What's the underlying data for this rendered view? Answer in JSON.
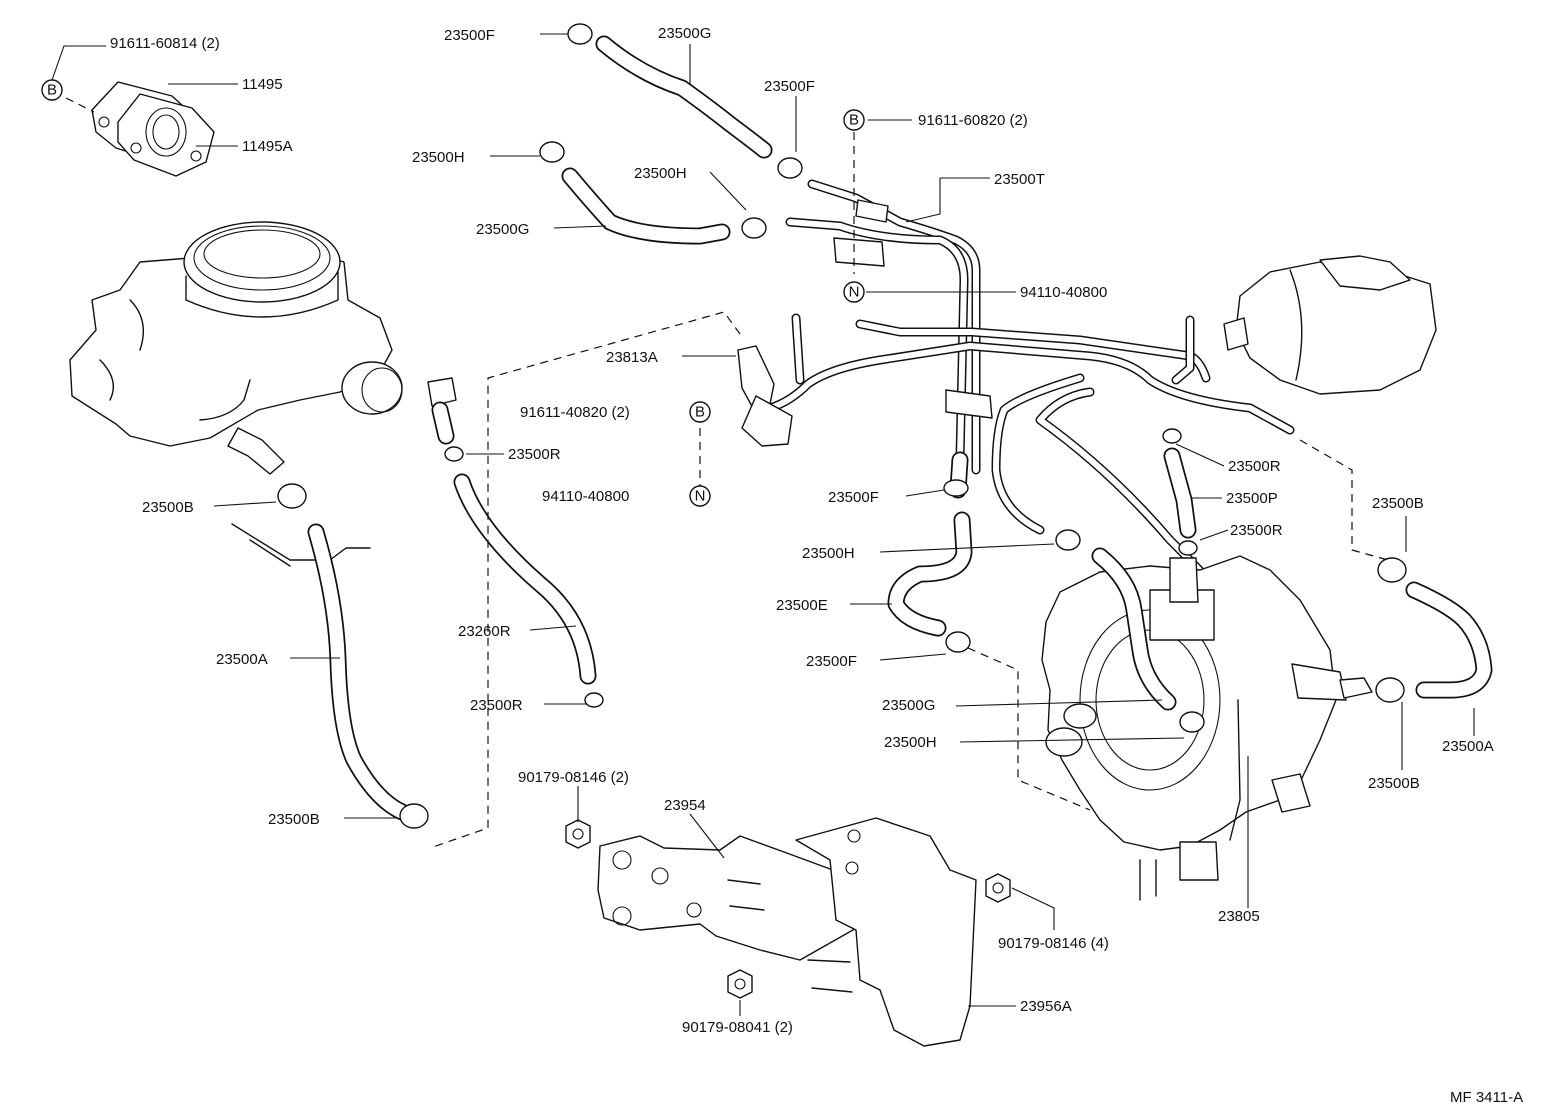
{
  "callouts": [
    {
      "id": "p1",
      "text": "91611-60814 (2)"
    },
    {
      "id": "p2",
      "text": "11495"
    },
    {
      "id": "p3",
      "text": "11495A"
    },
    {
      "id": "p4",
      "text": "23500F"
    },
    {
      "id": "p5",
      "text": "23500G"
    },
    {
      "id": "p6",
      "text": "23500F"
    },
    {
      "id": "p7",
      "text": "91611-60820 (2)"
    },
    {
      "id": "p8",
      "text": "23500H"
    },
    {
      "id": "p9",
      "text": "23500H"
    },
    {
      "id": "p10",
      "text": "23500T"
    },
    {
      "id": "p11",
      "text": "23500G"
    },
    {
      "id": "p12",
      "text": "94110-40800"
    },
    {
      "id": "p13",
      "text": "23813A"
    },
    {
      "id": "p14",
      "text": "91611-40820 (2)"
    },
    {
      "id": "p15",
      "text": "23500R"
    },
    {
      "id": "p16",
      "text": "94110-40800"
    },
    {
      "id": "p17",
      "text": "23500R"
    },
    {
      "id": "p18",
      "text": "23500B"
    },
    {
      "id": "p19",
      "text": "23500F"
    },
    {
      "id": "p20",
      "text": "23500P"
    },
    {
      "id": "p21",
      "text": "23500B"
    },
    {
      "id": "p22",
      "text": "23500R"
    },
    {
      "id": "p23",
      "text": "23500H"
    },
    {
      "id": "p24",
      "text": "23500E"
    },
    {
      "id": "p25",
      "text": "23260R"
    },
    {
      "id": "p26",
      "text": "23500A"
    },
    {
      "id": "p27",
      "text": "23500F"
    },
    {
      "id": "p28",
      "text": "23500R"
    },
    {
      "id": "p29",
      "text": "23500G"
    },
    {
      "id": "p30",
      "text": "23500A"
    },
    {
      "id": "p31",
      "text": "23500H"
    },
    {
      "id": "p32",
      "text": "90179-08146 (2)"
    },
    {
      "id": "p33",
      "text": "23954"
    },
    {
      "id": "p34",
      "text": "23500B"
    },
    {
      "id": "p35",
      "text": "23500B"
    },
    {
      "id": "p36",
      "text": "23805"
    },
    {
      "id": "p37",
      "text": "90179-08146 (4)"
    },
    {
      "id": "p38",
      "text": "23956A"
    },
    {
      "id": "p39",
      "text": "90179-08041 (2)"
    }
  ],
  "badges": {
    "bolt": "B",
    "nut": "N"
  },
  "figure_code": "MF 3411-A"
}
